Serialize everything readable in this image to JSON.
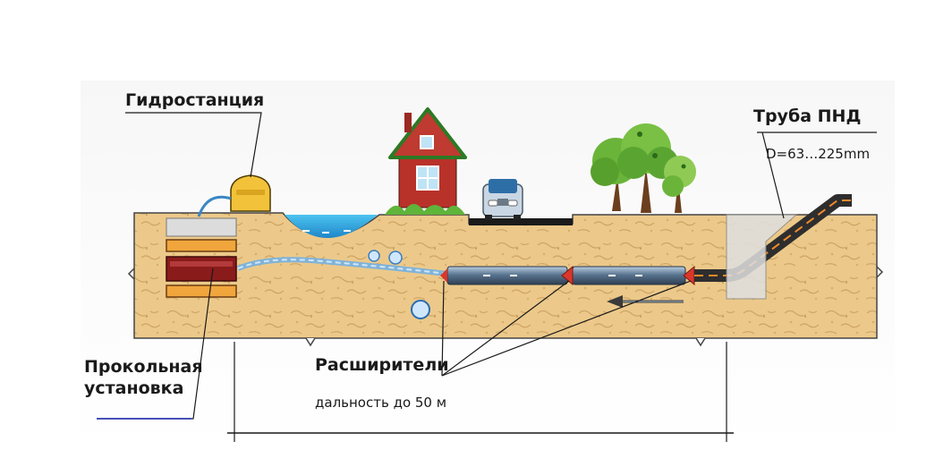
{
  "labels": {
    "hydro_station": "Гидростанция",
    "pipe_title": "Труба ПНД",
    "pipe_diameter": "D=63…225mm",
    "puncture_line1": "Прокольная",
    "puncture_line2": "установка",
    "expanders": "Расширители",
    "range": "дальность до 50 м"
  },
  "colors": {
    "soil": "#ecc98a",
    "soil_texture": "#cfa566",
    "outline": "#3a3a3a",
    "water": "#2aa8e0",
    "pipe": "#5a6f86",
    "hdpe_pipe": "#333333",
    "accent_line": "#1b2bb5",
    "cone": "#d9372b"
  },
  "icons": [
    "hydro-station-icon",
    "house-icon",
    "car-icon",
    "trees-icon",
    "pond-icon",
    "drill-rig-icon",
    "expander-cone-icon"
  ]
}
